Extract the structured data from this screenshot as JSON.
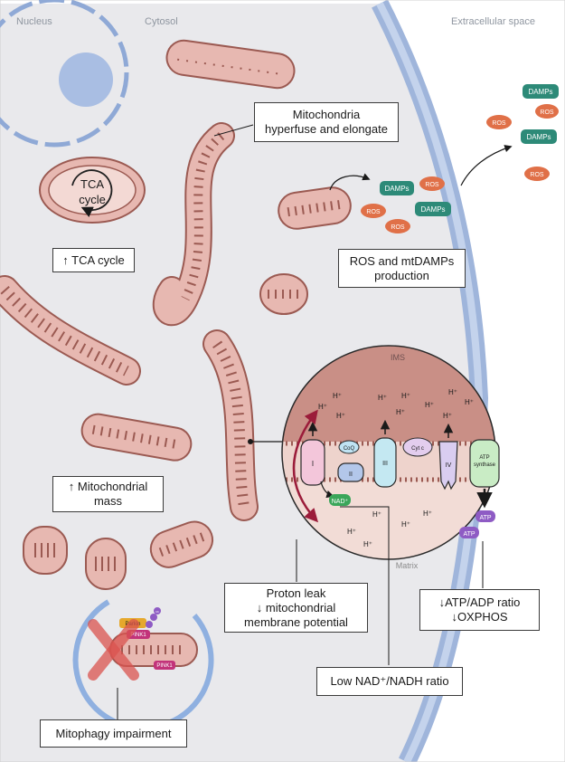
{
  "regions": {
    "nucleus": "Nucleus",
    "cytosol": "Cytosol",
    "extracellular": "Extracellular space"
  },
  "labels": {
    "hyperfuse": [
      "Mitochondria",
      "hyperfuse and elongate"
    ],
    "tca": "↑ TCA cycle",
    "tca_inner": [
      "TCA",
      "cycle"
    ],
    "ros_production": [
      "ROS and mtDAMPs",
      "production"
    ],
    "mito_mass": [
      "↑ Mitochondrial",
      "mass"
    ],
    "proton_leak": [
      "Proton leak",
      "↓ mitochondrial",
      "membrane potential"
    ],
    "atp_ratio": [
      "↓ATP/ADP ratio",
      "↓OXPHOS"
    ],
    "nad_ratio": "Low NAD⁺/NADH ratio",
    "mitophagy": "Mitophagy impairment"
  },
  "zoom": {
    "ims": "IMS",
    "matrix": "Matrix",
    "h_plus": "H⁺",
    "complexes": [
      "I",
      "II",
      "III",
      "IV"
    ],
    "coq": "CoQ",
    "cytc": "Cyt c",
    "atp_synthase": [
      "ATP",
      "synthase"
    ],
    "nad": "NAD⁺",
    "atp": "ATP"
  },
  "tags": {
    "damps": "DAMPs",
    "ros": "ROS",
    "parkin": "Parkin",
    "pink1": "PINK1",
    "ub": "Ub"
  },
  "colors": {
    "cytosol": "#e9e9ec",
    "membrane": "#a9bedf",
    "nucleus": "#8fa9d6",
    "mito_fill": "#e7b8b1",
    "mito_outline": "#9b5a52",
    "damps": "#2d8a78",
    "ros": "#e07048",
    "leak_arrow": "#9b1c3a",
    "nad": "#3aa65a",
    "atp": "#8e5bc4",
    "parkin": "#e6a82c",
    "pink1": "#c2337a",
    "cross": "#d9534f"
  }
}
